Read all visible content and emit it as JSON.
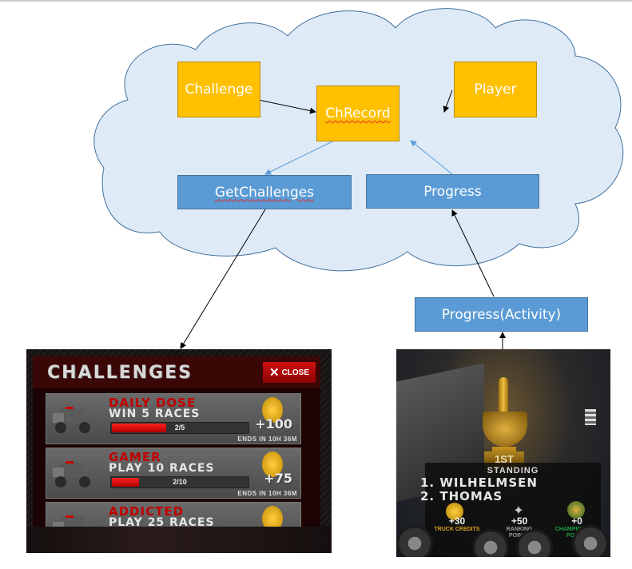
{
  "diagram": {
    "nodes": {
      "challenge": "Challenge",
      "chrecord": "ChRecord",
      "player": "Player",
      "get_challenges": "GetChallenges",
      "progress": "Progress",
      "progress_activity": "Progress(Activity)"
    },
    "edges": [
      {
        "from": "Challenge",
        "to": "ChRecord"
      },
      {
        "from": "Player",
        "to": "ChRecord"
      },
      {
        "from": "ChRecord",
        "to": "GetChallenges"
      },
      {
        "from": "Progress",
        "to": "ChRecord"
      },
      {
        "from": "GetChallenges",
        "to": "Challenges screen"
      },
      {
        "from": "Progress(Activity)",
        "to": "Progress"
      },
      {
        "from": "Race result screen",
        "to": "Progress(Activity)"
      }
    ],
    "colors": {
      "entity": "#ffc000",
      "service": "#5b9bd5",
      "cloud": "#deebf7"
    }
  },
  "challenges_screen": {
    "title": "CHALLENGES",
    "close_label": "CLOSE",
    "cards": [
      {
        "name": "DAILY DOSE",
        "task": "WIN 5 RACES",
        "progress_text": "2/5",
        "progress": 0.4,
        "reward": "+100",
        "ends": "ENDS IN 10H 36M"
      },
      {
        "name": "GAMER",
        "task": "PLAY 10 RACES",
        "progress_text": "2/10",
        "progress": 0.2,
        "reward": "+75",
        "ends": "ENDS IN 10H 36M"
      },
      {
        "name": "ADDICTED",
        "task": "PLAY 25 RACES"
      }
    ]
  },
  "race_screen": {
    "badge": "1ST",
    "standing_title": "STANDING",
    "standings": [
      "1. WILHELMSEN",
      "2. THOMAS"
    ],
    "stats": [
      {
        "value": "+30",
        "label": "TRUCK CREDITS",
        "color": "#d4a020"
      },
      {
        "value": "+50",
        "label": "RANKING POINTS",
        "color": "#9a9a9a"
      },
      {
        "value": "+0",
        "label": "CHAMPIONSHIP POINTS",
        "color": "#1fa040"
      }
    ]
  }
}
